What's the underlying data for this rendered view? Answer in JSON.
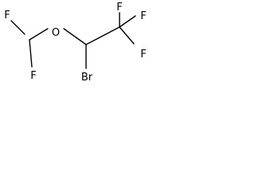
{
  "molecule": {
    "atoms": {
      "f_top_left": "F",
      "f_bottom_left": "F",
      "o_ether": "O",
      "br": "Br",
      "f_top_right": "F",
      "f_right": "F",
      "f_bottom_right": "F"
    }
  }
}
